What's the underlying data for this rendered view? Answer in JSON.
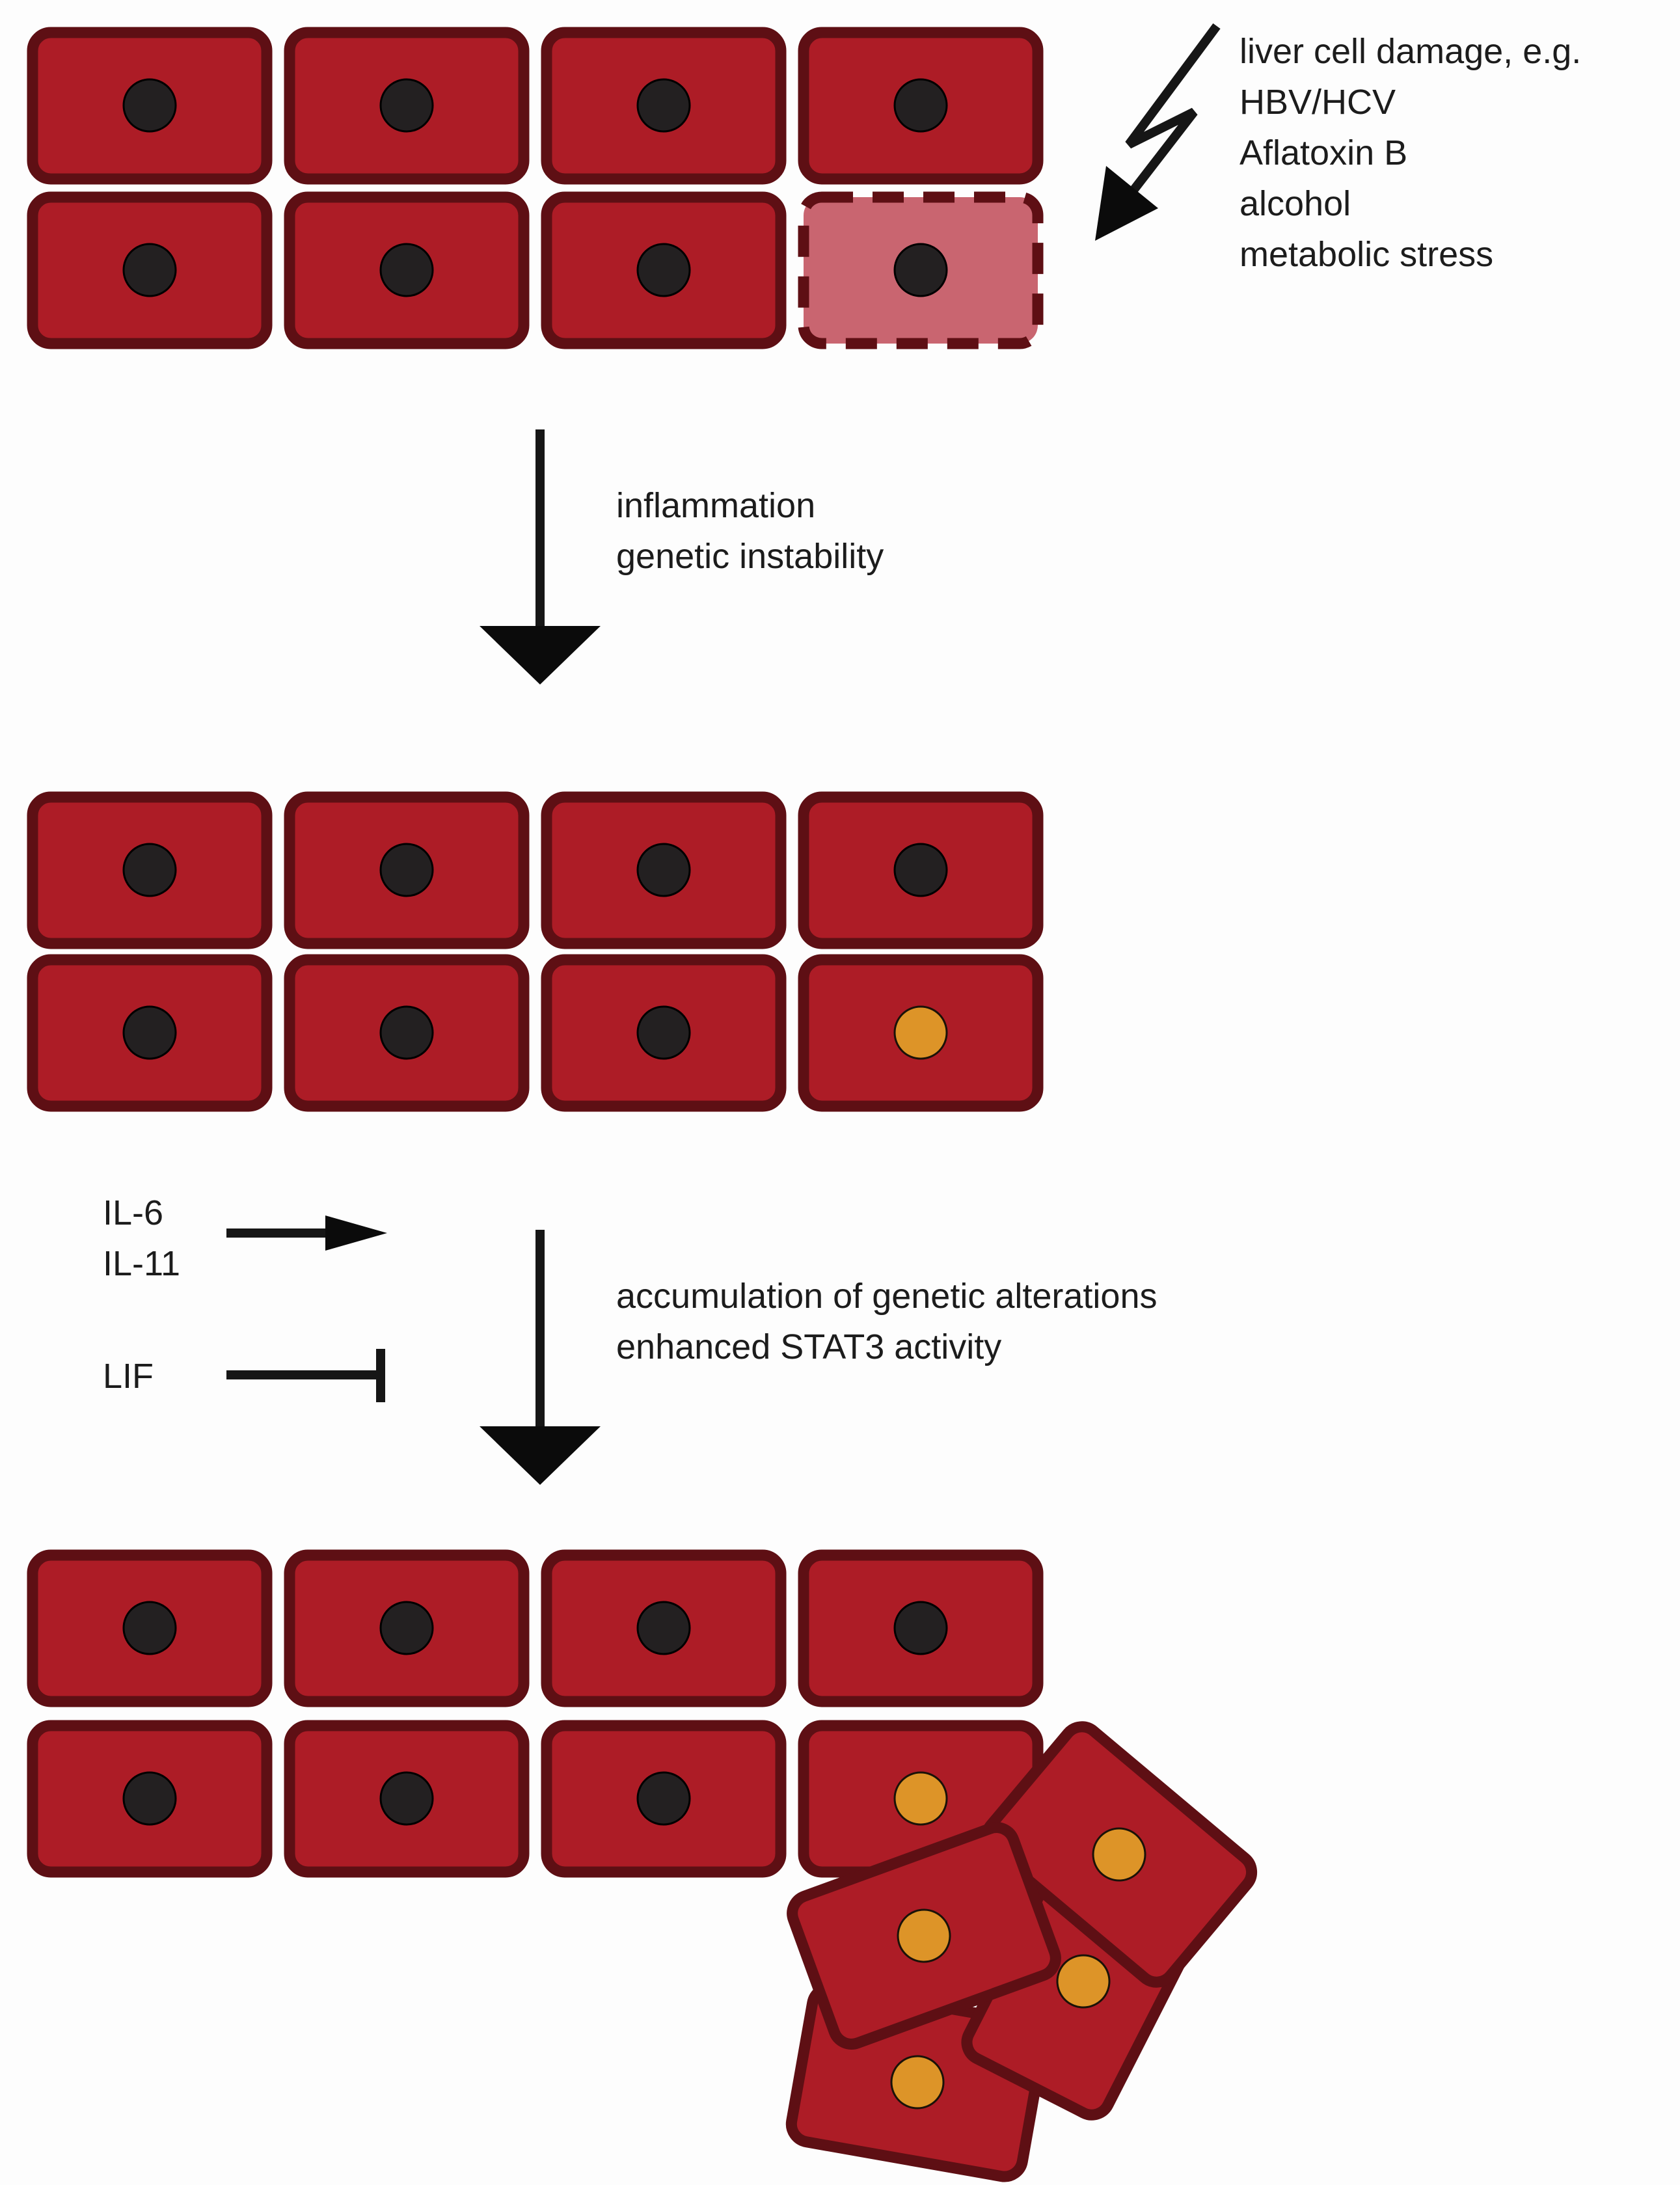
{
  "labels": {
    "damage_causes": [
      "liver cell damage, e.g.",
      "HBV/HCV",
      "Aflatoxin B",
      "alcohol",
      "metabolic stress"
    ],
    "step1": [
      "inflammation",
      "genetic instability"
    ],
    "step2": [
      "accumulation of genetic alterations",
      "enhanced STAT3 activity"
    ],
    "activators": [
      "IL-6",
      "IL-11"
    ],
    "inhibitor": "LIF"
  },
  "colors": {
    "cell_fill": "#ad1c26",
    "cell_border": "#5e0f14",
    "damaged_cell_fill": "#c96570",
    "normal_nucleus": "#232021",
    "mutated_nucleus": "#dd9428",
    "arrow": "#0b0b0b"
  },
  "stages": [
    {
      "name": "stage-1-damage",
      "rows": [
        [
          "normal",
          "normal",
          "normal",
          "normal"
        ],
        [
          "normal",
          "normal",
          "normal",
          "damaged"
        ]
      ]
    },
    {
      "name": "stage-2-mutation",
      "rows": [
        [
          "normal",
          "normal",
          "normal",
          "normal"
        ],
        [
          "normal",
          "normal",
          "normal",
          "mutated"
        ]
      ]
    },
    {
      "name": "stage-3-tumor",
      "rows": [
        [
          "normal",
          "normal",
          "normal",
          "normal"
        ],
        [
          "normal",
          "normal",
          "normal",
          "mutated"
        ]
      ],
      "tumor_cells": 4
    }
  ]
}
